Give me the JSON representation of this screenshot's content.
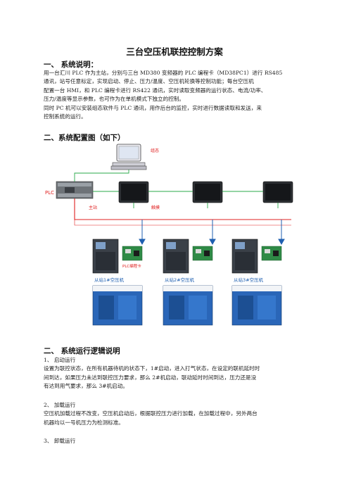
{
  "doc": {
    "title": "三台空压机联控控制方案",
    "section1": {
      "heading": "一、 系统说明：",
      "lines": [
        "用一台汇川 PLC 作为主站，分别与三台 MD380 变频器的 PLC 编程卡（MD38PC1）进行 RS485",
        "通讯，站号任意标定，实现启动、停止、压力/温度、空压机轮换等控制功能；每台空压机",
        "配置一台 HMI，和 PLC 编程卡进行 RS422 通讯，实时读取变频器的运行状态、电流/功率、",
        "压力/温度等显示参数，也可作为在单机模式下独立的控制。",
        "同时 PC 机可以安装组态软件与 PLC 通讯，用作后台的监控，实时进行数据读取和发送，来",
        "控制系统的运行。"
      ]
    },
    "section2": {
      "heading": "二、系统配置图（如下）"
    },
    "diagram": {
      "pc_label": "组态",
      "plc_label": "PLC",
      "master_label": "主站",
      "touch_label": "触摸",
      "card_label": "PLC编程卡",
      "slaves": [
        "从站1#空压机",
        "从站2#空压机",
        "从站3#空压机"
      ]
    },
    "section3": {
      "heading": "二、 系统运行逻辑说明",
      "item1_title": "1、  启动运行",
      "item1_lines": [
        "设置为联控状态，在所有机器待机的状态下，1#启动，进入打气状态，在设定的联机延时时",
        "间到达，如果压力未达到联控压力要求，那么  2#机启动，联动延时时间到达，压力还是没",
        "有达到用气要求，那么 3#机启动。"
      ],
      "item2_title": "2、  加载运行",
      "item2_lines": [
        "空压机加载过程不改变，空压机启动后，根据联控压力进行加载，在加载过程中，另外两台",
        "机器均以一号机压力为检测标准。"
      ],
      "item3_title": "3、  卸载运行"
    },
    "colors": {
      "red_line": "#e02020",
      "green_line": "#2aa84a",
      "blue_arrow": "#1f5fb0"
    }
  }
}
